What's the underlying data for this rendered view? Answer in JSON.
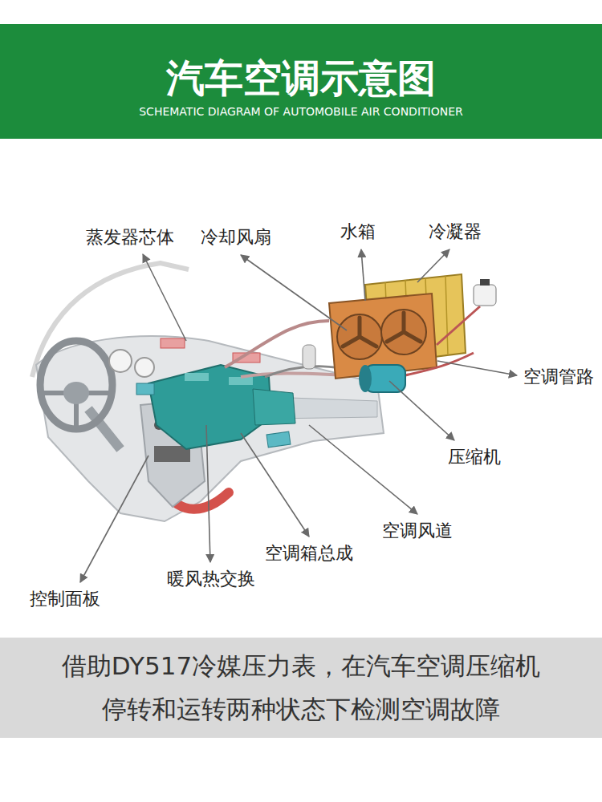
{
  "diagram": {
    "title": "汽车空调示意图",
    "caption": "借助DY517冷媒压力表，在汽车空调压缩机 停转和运转两种状态下检测空调故障",
    "labels": [
      "SCHEMATIC DIAGRAM OF AUTOMOBILE AIR CONDITIONER",
      "蒸发器芯体",
      "冷却风扇",
      "水箱",
      "冷凝器",
      "空调管路",
      "压缩机",
      "空调风道",
      "空调箱总成",
      "暖风热交换",
      "控制面板"
    ]
  }
}
